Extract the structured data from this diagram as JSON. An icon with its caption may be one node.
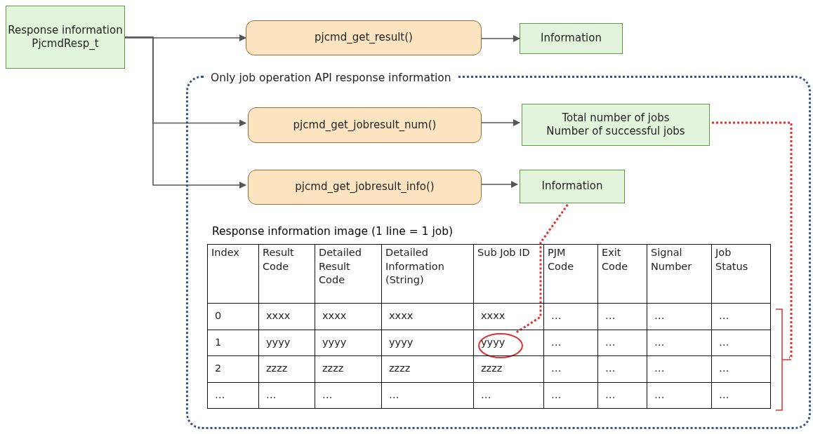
{
  "diagram": {
    "nodes": [
      {
        "text": [
          "Response information PjcmdResp_t"
        ]
      },
      {
        "text": [
          "pjcmd_get_result()"
        ]
      },
      {
        "text": [
          "Information"
        ]
      },
      {
        "text": [
          "Only job operation API response information"
        ]
      },
      {
        "text": [
          "pjcmd_get_jobresult_num()"
        ],
        "in": 3
      },
      {
        "text": [
          "Total number of jobs Number of successful jobs"
        ],
        "in": 3
      },
      {
        "text": [
          "pjcmd_get_jobresult_info()"
        ],
        "in": 3
      },
      {
        "text": [
          "Information"
        ],
        "in": 3
      },
      {
        "text": [],
        "shape": "circle",
        "in": 3
      },
      {
        "text": [],
        "shape": "bracket",
        "in": 3
      }
    ],
    "edges": [
      {
        "from": 0,
        "to": 1,
        "arrow": "to"
      },
      {
        "from": 0,
        "to": 4,
        "arrow": "to"
      },
      {
        "from": 0,
        "to": 6,
        "arrow": "to"
      },
      {
        "from": 1,
        "to": 2,
        "arrow": "to"
      },
      {
        "from": 4,
        "to": 5,
        "arrow": "to"
      },
      {
        "from": 6,
        "to": 7,
        "arrow": "to"
      },
      {
        "from": 7,
        "to": 8,
        "arrow": "none",
        "style": "dashed",
        "color": "#e03131"
      },
      {
        "from": 5,
        "to": 9,
        "arrow": "none",
        "style": "dashed",
        "color": "#e03131"
      }
    ],
    "labels": [
      "Response information image (1 line = 1 job)",
      "Index",
      "Result Code",
      "Detailed Result Code",
      "Detailed Information (String)",
      "Sub Job ID",
      "PJM Code",
      "Exit Code",
      "Signal Number",
      "Job Status",
      "0",
      "xxxx",
      "xxxx",
      "xxxx",
      "xxxx",
      "…",
      "…",
      "…",
      "…",
      "1",
      "yyyy",
      "yyyy",
      "yyyy",
      "yyyy",
      "…",
      "…",
      "…",
      "…",
      "2",
      "zzzz",
      "zzzz",
      "zzzz",
      "zzzz",
      "…",
      "…",
      "…",
      "…",
      "…",
      "…",
      "…",
      "…",
      "…",
      "…",
      "…",
      "…",
      "…"
    ]
  }
}
